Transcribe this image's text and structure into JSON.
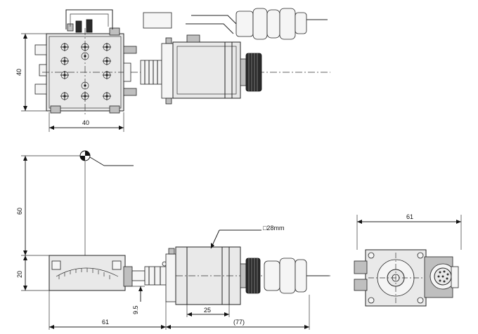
{
  "dimensions": {
    "top_height": "40",
    "top_width": "40",
    "side_height_upper": "60",
    "side_height_lower": "20",
    "offset_small": "9.5",
    "motor_length": "25",
    "width_left": "61",
    "width_right": "(77)",
    "motor_size": "□28mm",
    "end_view_width": "61"
  }
}
